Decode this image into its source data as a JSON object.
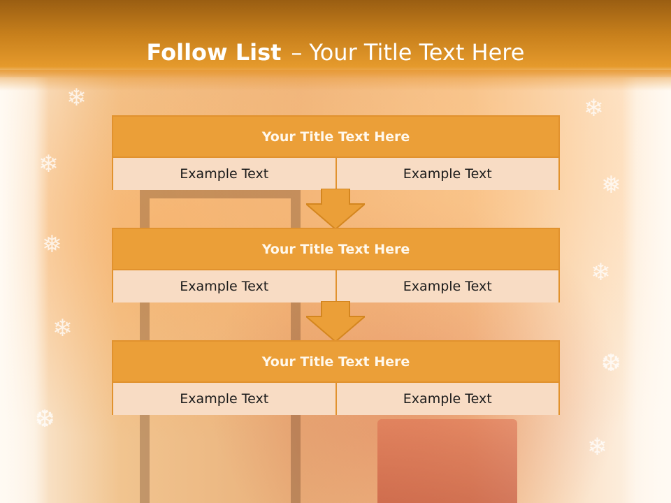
{
  "header": {
    "title_bold": "Follow List",
    "title_sep": "–",
    "title_rest": "Your Title Text Here"
  },
  "blocks": [
    {
      "title": "Your Title Text Here",
      "left": "Example Text",
      "right": "Example Text"
    },
    {
      "title": "Your Title Text Here",
      "left": "Example Text",
      "right": "Example Text"
    },
    {
      "title": "Your Title Text Here",
      "left": "Example Text",
      "right": "Example Text"
    }
  ],
  "colors": {
    "header": "#c8801c",
    "block_header": "#eb9f38",
    "block_cell": "#f8dcc4",
    "border": "#e1922e",
    "arrow": "#eb9f38"
  },
  "icons": [
    "down-arrow-icon",
    "snowflake-icon"
  ]
}
